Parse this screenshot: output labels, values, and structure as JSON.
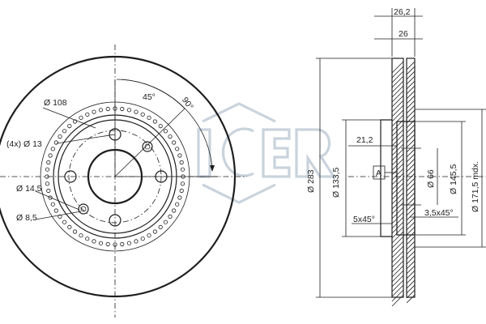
{
  "watermark": {
    "text": "ICER",
    "color": "#c9d3dc"
  },
  "front_view": {
    "angle_45": "45°",
    "angle_90": "90°",
    "pcd": "Ø 108",
    "bolt_holes": "(4x) Ø 13",
    "hole_dia_1": "Ø 14,5",
    "hole_dia_2": "Ø 8,5"
  },
  "side_view": {
    "total_thickness": "26,2",
    "disc_thickness": "26",
    "outer_diameter": "Ø 283",
    "hat_diameter": "Ø 133,5",
    "hat_height": "21,2",
    "datum": "A",
    "center_bore": "Ø 66",
    "hub_face": "Ø 145,5",
    "min_diameter": "Ø 171,5 mdx.",
    "chamfer_1": "5x45°",
    "chamfer_2": "3,5x45°"
  },
  "colors": {
    "line": "#1e1e1e",
    "watermark": "#c9d3dc",
    "background": "#ffffff"
  }
}
